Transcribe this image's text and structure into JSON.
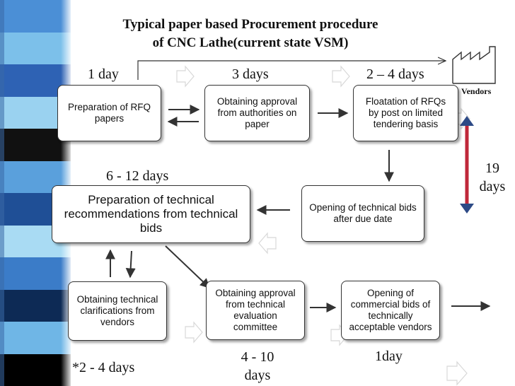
{
  "title": {
    "line1": "Typical paper based Procurement procedure",
    "line2": "of CNC Lathe(current state VSM)"
  },
  "vendors_label": "Vendors",
  "durations": {
    "prep_rfq": "1 day",
    "approval_authorities": "3 days",
    "floatation": "2 – 4 days",
    "tech_recommendations": "6  - 12 days",
    "total": "19 days",
    "tech_clarifications": "*2 - 4 days",
    "tech_committee": "4 - 10 days",
    "commercial_bids": "1day"
  },
  "boxes": {
    "prep_rfq": "Preparation of RFQ papers",
    "approval_authorities": "Obtaining approval from authorities on paper",
    "floatation": "Floatation of RFQs by post on limited tendering basis",
    "opening_technical": "Opening of technical bids after due date",
    "tech_recommendations": "Preparation of technical recommendations from technical bids",
    "tech_clarifications": "Obtaining technical clarifications from vendors",
    "tech_committee": "Obtaining approval from technical evaluation committee",
    "commercial_bids": "Opening of commercial bids of technically acceptable vendors"
  },
  "colors": {
    "double_arrow": "#c0283a",
    "double_arrow_head": "#2d4a86",
    "flow_arrow": "#333333"
  },
  "background_bands": [
    "#4b8fd6",
    "#7cc0ea",
    "#2e62b4",
    "#9ad2f0",
    "#111111",
    "#5aa0dc",
    "#1f4f96",
    "#a9dbf3",
    "#3b7cc8",
    "#0d2a55",
    "#6fb6e6",
    "#000000"
  ]
}
